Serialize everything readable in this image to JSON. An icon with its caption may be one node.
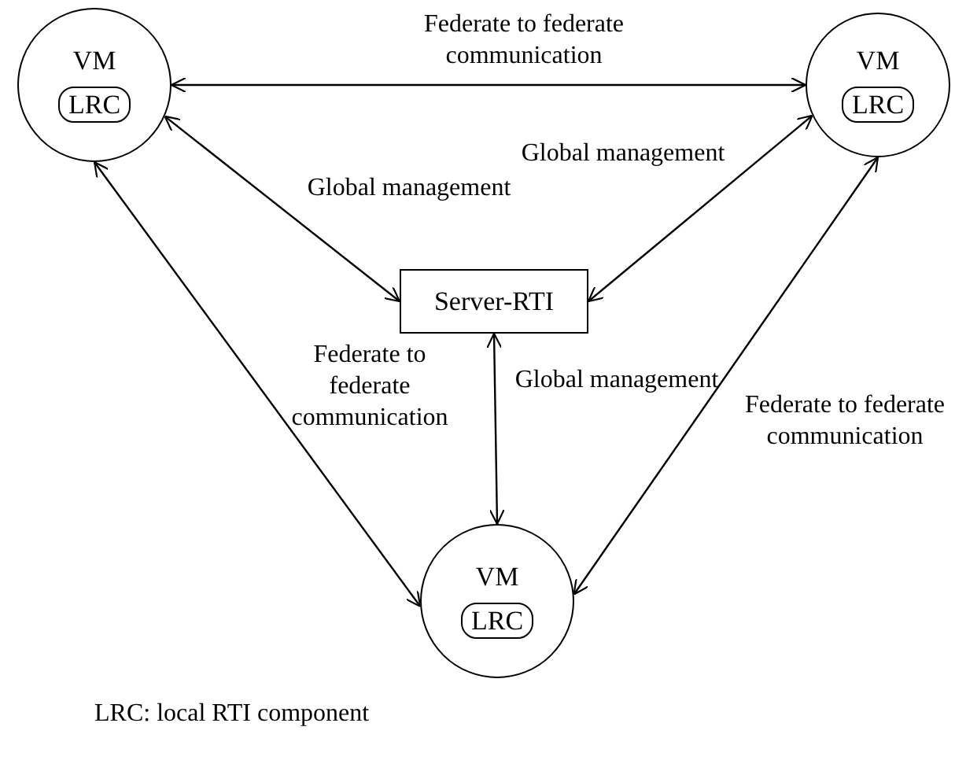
{
  "diagram": {
    "nodes": [
      {
        "text": [
          "VM"
        ]
      },
      {
        "text": [
          "LRC"
        ],
        "in": 0
      },
      {
        "text": [
          "VM"
        ]
      },
      {
        "text": [
          "LRC"
        ],
        "in": 2
      },
      {
        "text": [
          "Server-RTI"
        ]
      },
      {
        "text": [
          "VM"
        ]
      },
      {
        "text": [
          "LRC"
        ],
        "in": 5
      }
    ],
    "edges": [
      {
        "from": 0,
        "to": 2,
        "arrow": "both",
        "label": "Federate to federate communication"
      },
      {
        "from": 0,
        "to": 4,
        "arrow": "both",
        "label": "Global management"
      },
      {
        "from": 2,
        "to": 4,
        "arrow": "both",
        "label": "Global management"
      },
      {
        "from": 4,
        "to": 5,
        "arrow": "both",
        "label": "Global management"
      },
      {
        "from": 0,
        "to": 5,
        "arrow": "both",
        "label": "Federate to federate communication"
      },
      {
        "from": 2,
        "to": 5,
        "arrow": "both",
        "label": "Federate to federate communication"
      }
    ],
    "labels": [
      "LRC: local RTI component"
    ]
  }
}
